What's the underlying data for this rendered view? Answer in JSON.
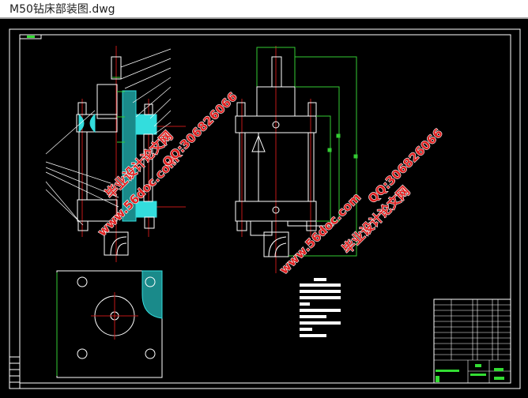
{
  "window": {
    "title": "M50钻床部装图.dwg"
  },
  "drawing": {
    "colors": {
      "background": "#000000",
      "lines": "#ffffff",
      "centerline": "#c01818",
      "dimension": "#33cc33",
      "section": "#33dddd"
    },
    "watermarks": {
      "site": "www.56doc.com",
      "qq": "QQ:306826066",
      "name": "毕业设计论文网"
    }
  }
}
